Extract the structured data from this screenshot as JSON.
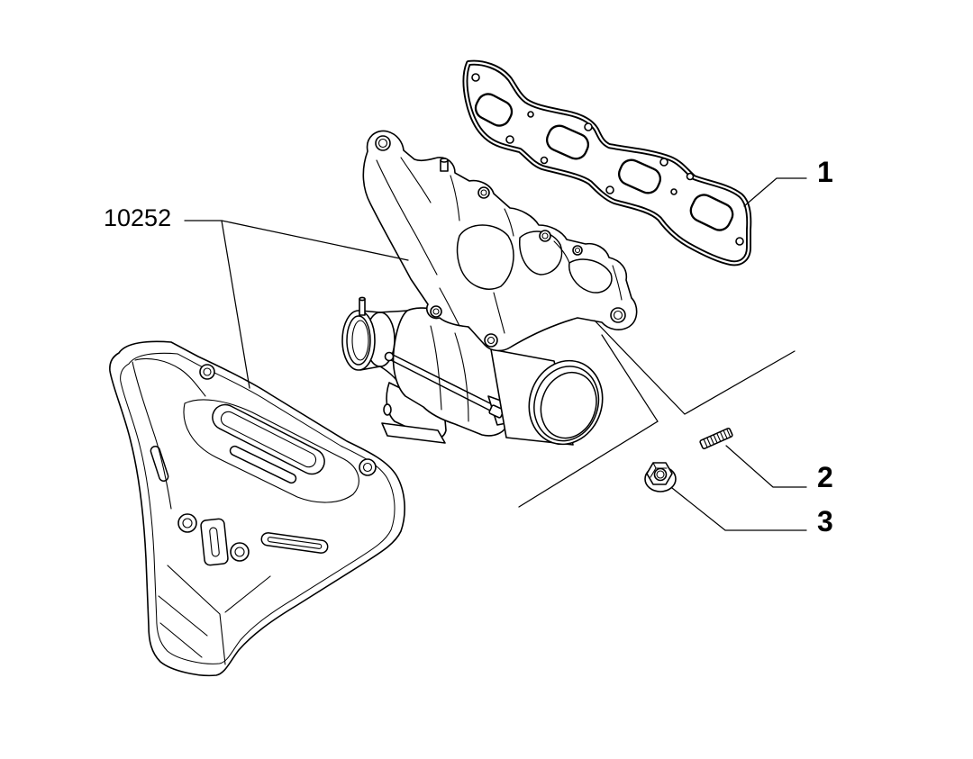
{
  "callouts": {
    "assembly_ref": "10252",
    "gasket_ref": "1",
    "stud_ref": "2",
    "nut_ref": "3"
  },
  "colors": {
    "line": "#000000",
    "background": "#ffffff"
  }
}
